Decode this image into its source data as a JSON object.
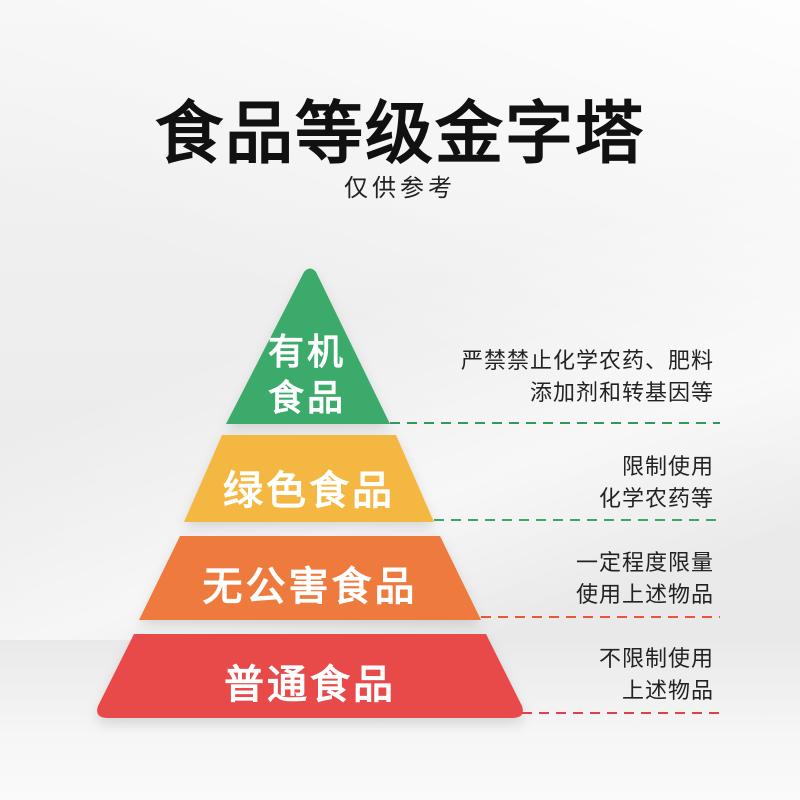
{
  "title": "食品等级金字塔",
  "subtitle": "仅供参考",
  "tiers": [
    {
      "label_line1": "有机",
      "label_line2": "食品",
      "color": "#3aaa6a",
      "dash_color": "#2e9a5c",
      "desc_line1": "严禁禁止化学农药、肥料",
      "desc_line2": "添加剂和转基因等"
    },
    {
      "label": "绿色食品",
      "color": "#f4b842",
      "dash_color": "#39a868",
      "desc_line1": "限制使用",
      "desc_line2": "化学农药等"
    },
    {
      "label": "无公害食品",
      "color": "#ee7a3c",
      "dash_color": "#e8563a",
      "desc_line1": "一定程度限量",
      "desc_line2": "使用上述物品"
    },
    {
      "label": "普通食品",
      "color": "#e8484a",
      "dash_color": "#e04048",
      "desc_line1": "不限制使用",
      "desc_line2": "上述物品"
    }
  ]
}
